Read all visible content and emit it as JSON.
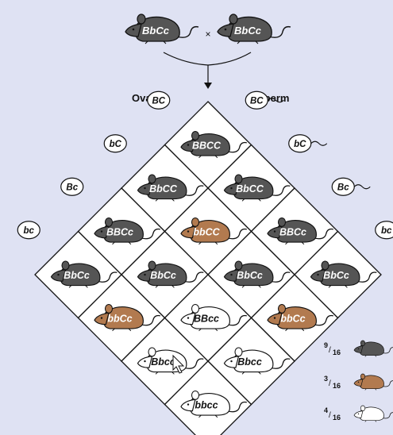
{
  "parents": {
    "left_genotype": "BbCc",
    "cross_symbol": "×",
    "right_genotype": "BbCc",
    "coat": "black"
  },
  "labels": {
    "ova": "Ova",
    "sperm": "Sperm"
  },
  "ova_gametes": [
    "BC",
    "bC",
    "Bc",
    "bc"
  ],
  "sperm_gametes": [
    "BC",
    "bC",
    "Bc",
    "bc"
  ],
  "offspring_grid": [
    [
      {
        "genotype": "BBCC",
        "coat": "black"
      },
      {
        "genotype": "BbCC",
        "coat": "black"
      },
      {
        "genotype": "BBCc",
        "coat": "black"
      },
      {
        "genotype": "BbCc",
        "coat": "black"
      }
    ],
    [
      {
        "genotype": "BbCC",
        "coat": "black"
      },
      {
        "genotype": "bbCC",
        "coat": "brown"
      },
      {
        "genotype": "BbCc",
        "coat": "black"
      },
      {
        "genotype": "bbCc",
        "coat": "brown"
      }
    ],
    [
      {
        "genotype": "BBCc",
        "coat": "black"
      },
      {
        "genotype": "BbCc",
        "coat": "black"
      },
      {
        "genotype": "BBcc",
        "coat": "white"
      },
      {
        "genotype": "Bbcc",
        "coat": "white"
      }
    ],
    [
      {
        "genotype": "BbCc",
        "coat": "black"
      },
      {
        "genotype": "bbCc",
        "coat": "brown"
      },
      {
        "genotype": "Bbcc",
        "coat": "white"
      },
      {
        "genotype": "bbcc",
        "coat": "white"
      }
    ]
  ],
  "ratios": [
    {
      "num": "9",
      "den": "16",
      "coat": "black"
    },
    {
      "num": "3",
      "den": "16",
      "coat": "brown"
    },
    {
      "num": "4",
      "den": "16",
      "coat": "white"
    }
  ],
  "colors": {
    "background": "#dfe2f3",
    "black": "#555555",
    "brown": "#b27a4f",
    "white": "#ffffff",
    "outline": "#111111"
  }
}
